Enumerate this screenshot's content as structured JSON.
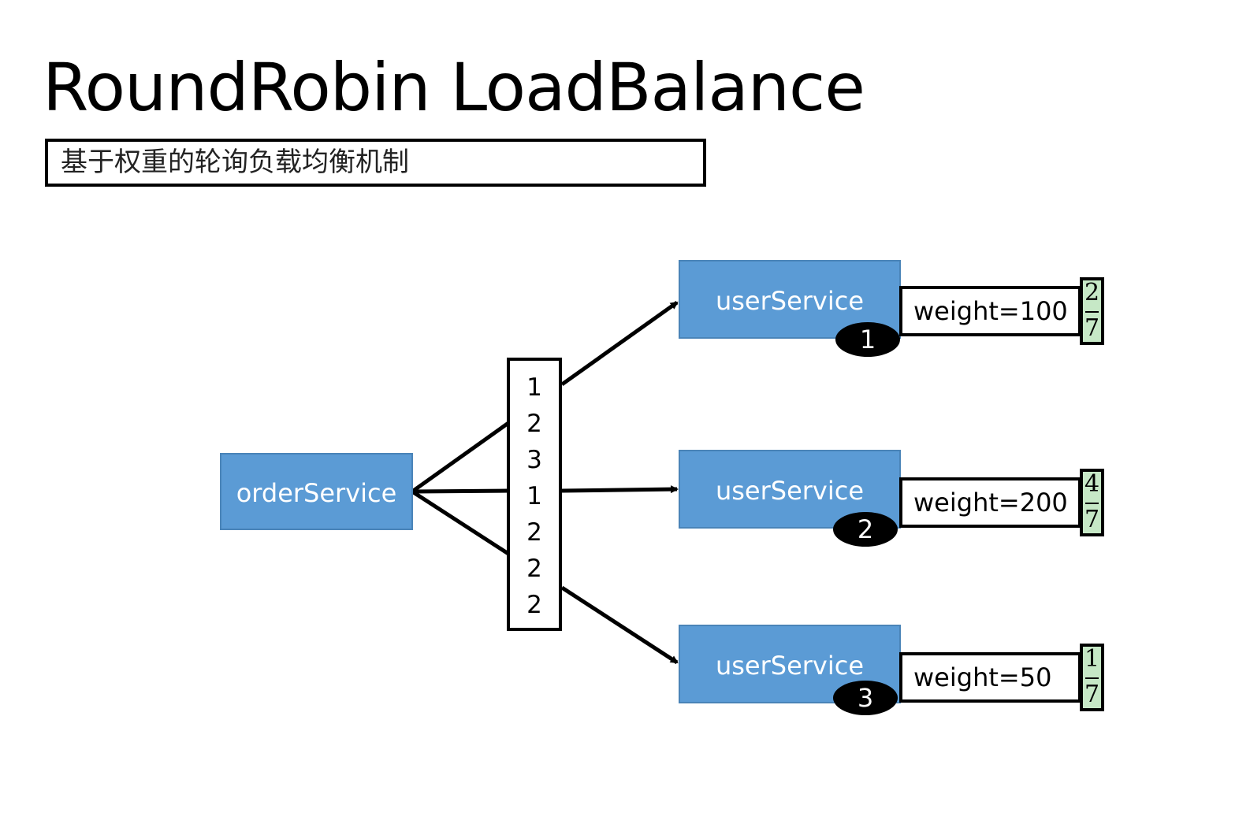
{
  "title": "RoundRobin LoadBalance",
  "subtitle": "基于权重的轮询负载均衡机制",
  "order_service": {
    "label": "orderService"
  },
  "queue": [
    "1",
    "2",
    "3",
    "1",
    "2",
    "2",
    "2"
  ],
  "user_services": [
    {
      "label": "userService",
      "badge": "1",
      "weight": "weight=100",
      "fraction": {
        "numerator": "2",
        "denominator": "7"
      }
    },
    {
      "label": "userService",
      "badge": "2",
      "weight": "weight=200",
      "fraction": {
        "numerator": "4",
        "denominator": "7"
      }
    },
    {
      "label": "userService",
      "badge": "3",
      "weight": "weight=50",
      "fraction": {
        "numerator": "1",
        "denominator": "7"
      }
    }
  ],
  "colors": {
    "service_fill": "#5b9bd5",
    "fraction_fill": "#c6e8c6",
    "badge_fill": "#000000"
  }
}
